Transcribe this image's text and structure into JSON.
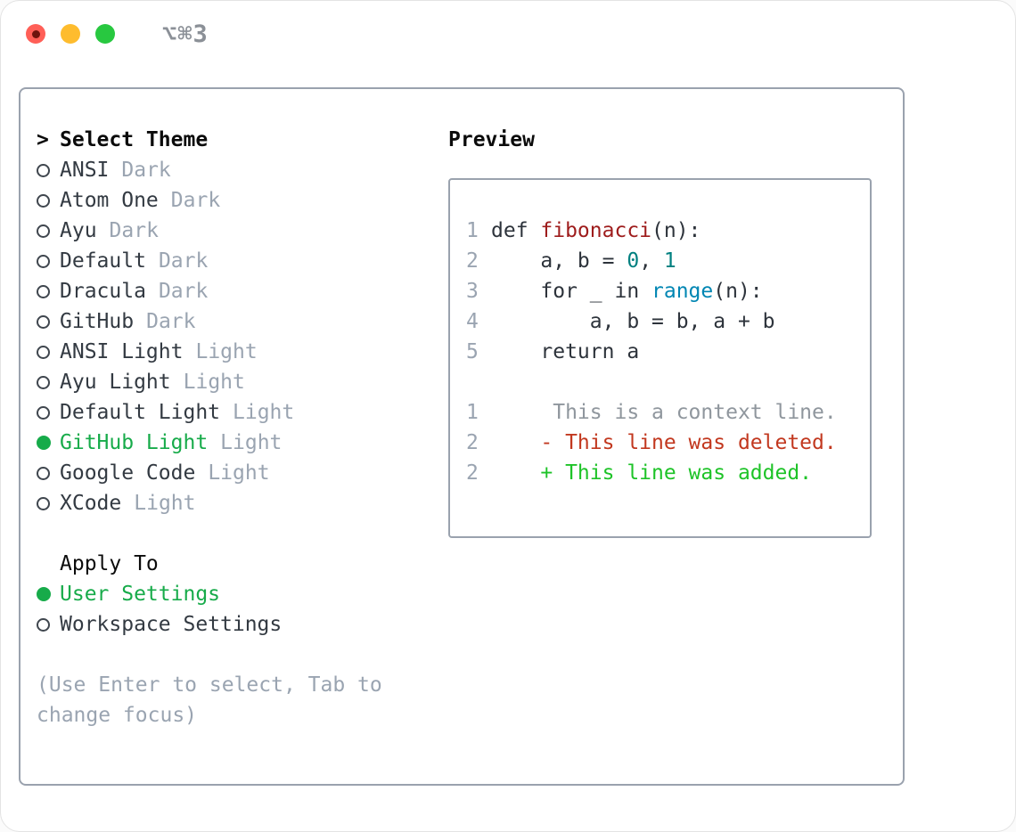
{
  "window": {
    "title": "⌥⌘3",
    "traffic_lights": [
      "close",
      "minimize",
      "zoom"
    ]
  },
  "picker": {
    "prompt": ">",
    "title": "Select Theme",
    "themes": [
      {
        "name": "ANSI",
        "variant": "Dark",
        "selected": false
      },
      {
        "name": "Atom One",
        "variant": "Dark",
        "selected": false
      },
      {
        "name": "Ayu",
        "variant": "Dark",
        "selected": false
      },
      {
        "name": "Default",
        "variant": "Dark",
        "selected": false
      },
      {
        "name": "Dracula",
        "variant": "Dark",
        "selected": false
      },
      {
        "name": "GitHub",
        "variant": "Dark",
        "selected": false
      },
      {
        "name": "ANSI Light",
        "variant": "Light",
        "selected": false
      },
      {
        "name": "Ayu Light",
        "variant": "Light",
        "selected": false
      },
      {
        "name": "Default Light",
        "variant": "Light",
        "selected": false
      },
      {
        "name": "GitHub Light",
        "variant": "Light",
        "selected": true
      },
      {
        "name": "Google Code",
        "variant": "Light",
        "selected": false
      },
      {
        "name": "XCode",
        "variant": "Light",
        "selected": false
      }
    ],
    "apply_to": {
      "title": "Apply To",
      "options": [
        {
          "name": "User Settings",
          "selected": true
        },
        {
          "name": "Workspace Settings",
          "selected": false
        }
      ]
    },
    "hint": "(Use Enter to select, Tab to change focus)"
  },
  "preview": {
    "title": "Preview",
    "code_lines": [
      {
        "num": "1",
        "segments": [
          {
            "text": "def ",
            "style": "plain"
          },
          {
            "text": "fibonacci",
            "style": "function"
          },
          {
            "text": "(n):",
            "style": "plain"
          }
        ]
      },
      {
        "num": "2",
        "segments": [
          {
            "text": "    a, b = ",
            "style": "plain"
          },
          {
            "text": "0",
            "style": "number"
          },
          {
            "text": ", ",
            "style": "plain"
          },
          {
            "text": "1",
            "style": "number"
          }
        ]
      },
      {
        "num": "3",
        "segments": [
          {
            "text": "    for _ in ",
            "style": "plain"
          },
          {
            "text": "range",
            "style": "builtin"
          },
          {
            "text": "(n):",
            "style": "plain"
          }
        ]
      },
      {
        "num": "4",
        "segments": [
          {
            "text": "        a, b = b, a + b",
            "style": "plain"
          }
        ]
      },
      {
        "num": "5",
        "segments": [
          {
            "text": "    return a",
            "style": "plain"
          }
        ]
      }
    ],
    "diff_lines": [
      {
        "num": "1",
        "text": "     This is a context line.",
        "type": "context"
      },
      {
        "num": "2",
        "text": "    - This line was deleted.",
        "type": "deleted"
      },
      {
        "num": "2",
        "text": "    + This line was added.",
        "type": "added"
      }
    ]
  },
  "colors": {
    "selected_green": "#17ab4a",
    "function_red": "#9e1c1c",
    "number_teal": "#008080",
    "builtin_blue": "#0086b3",
    "diff_context_gray": "#8f969d",
    "diff_deleted_red": "#c2381f",
    "diff_added_green": "#1ec328",
    "variant_gray": "#9aa4b1",
    "panel_border": "#9aa2ae",
    "traffic_red": "#ff5f57",
    "traffic_yellow": "#febc2e",
    "traffic_green": "#28c840"
  }
}
